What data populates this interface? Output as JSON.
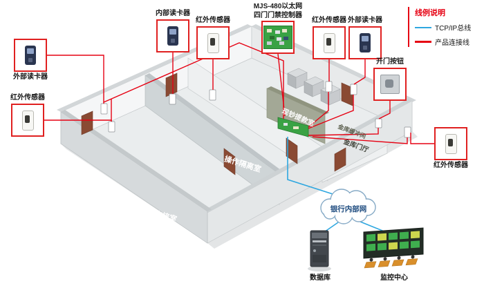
{
  "legend": {
    "title": "线例说明",
    "items": [
      {
        "label": "TCP/IP总线",
        "color": "#2ea7e0"
      },
      {
        "label": "产品连接线",
        "color": "#e60012"
      }
    ]
  },
  "callouts": {
    "internal_reader": {
      "label": "内部读卡器"
    },
    "ir_sensor_top_1": {
      "label": "红外传感器"
    },
    "controller": {
      "label_line1": "MJS-480以太网",
      "label_line2": "四门门禁控制器"
    },
    "ir_sensor_top_2": {
      "label": "红外传感器"
    },
    "external_reader_top": {
      "label": "外部读卡器"
    },
    "external_reader_left": {
      "label": "外部读卡器"
    },
    "ir_sensor_left": {
      "label": "红外传感器"
    },
    "door_button": {
      "label": "开门按钮"
    },
    "ir_sensor_right": {
      "label": "红外传感器"
    }
  },
  "rooms": {
    "cash_handover": "提款交接室",
    "operation_isolation": "操作隔离室",
    "cash_withdrawal": "现钞提款室",
    "vault_buffer": "金库缓冲间",
    "vault_lobby": "金库门厅"
  },
  "network": {
    "cloud": "银行内部网",
    "database": "数据库",
    "monitor_center": "监控中心"
  }
}
